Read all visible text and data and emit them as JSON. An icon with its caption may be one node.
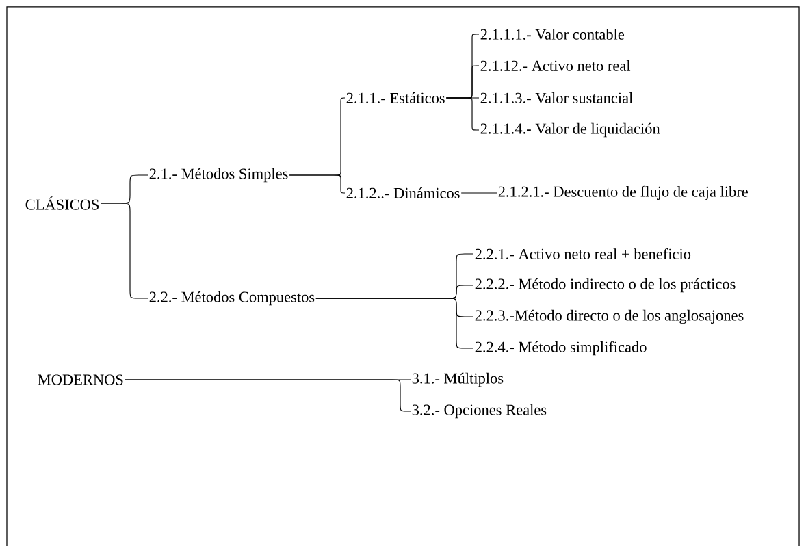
{
  "diagram": {
    "nodes": [
      {
        "text": [
          "CLÁSICOS"
        ]
      },
      {
        "text": [
          "2.1.- Métodos Simples"
        ]
      },
      {
        "text": [
          "2.1.1.- Estáticos"
        ]
      },
      {
        "text": [
          "2.1.1.1.- Valor contable"
        ]
      },
      {
        "text": [
          "2.1.12.- Activo neto real"
        ]
      },
      {
        "text": [
          "2.1.1.3.- Valor sustancial"
        ]
      },
      {
        "text": [
          "2.1.1.4.- Valor de liquidación"
        ]
      },
      {
        "text": [
          "2.1.2..- Dinámicos"
        ]
      },
      {
        "text": [
          "2.1.2.1.- Descuento de flujo de caja libre"
        ]
      },
      {
        "text": [
          "2.2.- Métodos Compuestos"
        ]
      },
      {
        "text": [
          "2.2.1.- Activo neto real + beneficio"
        ]
      },
      {
        "text": [
          "2.2.2.- Método indirecto o de los prácticos"
        ]
      },
      {
        "text": [
          "2.2.3.-Método directo o de los anglosajones"
        ]
      },
      {
        "text": [
          "2.2.4.- Método simplificado"
        ]
      },
      {
        "text": [
          "MODERNOS"
        ]
      },
      {
        "text": [
          "3.1.- Múltiplos"
        ]
      },
      {
        "text": [
          "3.2.- Opciones Reales"
        ]
      }
    ],
    "edges": [
      {
        "from": 0,
        "to": 1,
        "arrow": "none"
      },
      {
        "from": 0,
        "to": 9,
        "arrow": "none"
      },
      {
        "from": 1,
        "to": 2,
        "arrow": "none"
      },
      {
        "from": 1,
        "to": 7,
        "arrow": "none"
      },
      {
        "from": 2,
        "to": 3,
        "arrow": "none"
      },
      {
        "from": 2,
        "to": 4,
        "arrow": "none"
      },
      {
        "from": 2,
        "to": 5,
        "arrow": "none"
      },
      {
        "from": 2,
        "to": 6,
        "arrow": "none"
      },
      {
        "from": 7,
        "to": 8,
        "arrow": "none"
      },
      {
        "from": 9,
        "to": 10,
        "arrow": "none"
      },
      {
        "from": 9,
        "to": 11,
        "arrow": "none"
      },
      {
        "from": 9,
        "to": 12,
        "arrow": "none"
      },
      {
        "from": 9,
        "to": 13,
        "arrow": "none"
      },
      {
        "from": 14,
        "to": 15,
        "arrow": "none"
      },
      {
        "from": 14,
        "to": 16,
        "arrow": "none"
      }
    ]
  }
}
